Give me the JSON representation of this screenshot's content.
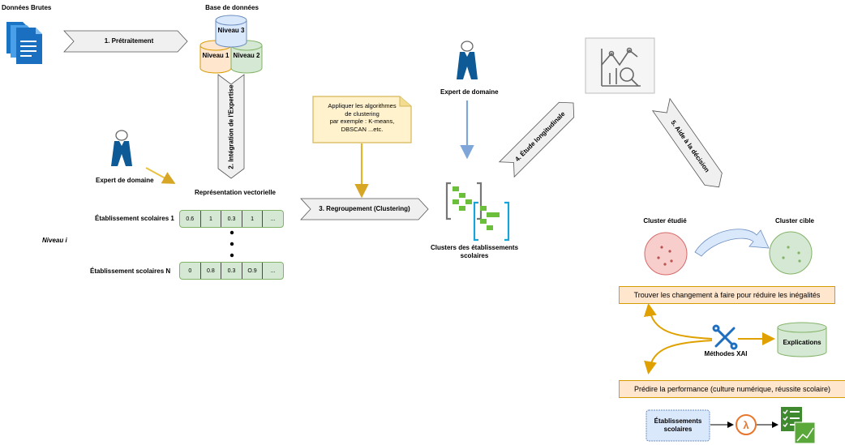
{
  "raw_data": {
    "label": "Données Brutes"
  },
  "database": {
    "title": "Base de données",
    "level3": "Niveau 3",
    "level1": "Niveau 1",
    "level2": "Niveau 2"
  },
  "arrows": {
    "preprocessing": "1. Prétraitement",
    "expertise": "2. Intégration de l'Expertise",
    "clustering": "3. Regroupement (Clustering)",
    "longitudinal": "4. Étude longitudinale",
    "decision": "5. Aide à la décision"
  },
  "expert_left": {
    "label": "Expert de domaine"
  },
  "expert_center": {
    "label": "Expert de domaine"
  },
  "vector": {
    "title": "Représentation vectorielle",
    "level_label": "Niveau i",
    "row1_label": "Établissement scolaires 1",
    "row1_cells": [
      "0.6",
      "1",
      "0.3",
      "1",
      "..."
    ],
    "rowN_label": "Établissement scolaires N",
    "rowN_cells": [
      "0",
      "0.8",
      "0.3",
      "O.9",
      "..."
    ]
  },
  "note": {
    "line1": "Appliquer les algorithmes",
    "line2": "de clustering",
    "line3": "par exemple : K-means,",
    "line4": "DBSCAN ...etc."
  },
  "clusters": {
    "line1": "Clusters des établissements",
    "line2": "scolaires"
  },
  "decision": {
    "studied_cluster": "Cluster étudié",
    "target_cluster": "Cluster cible",
    "find_changes": "Trouver les changement à faire pour réduire les inégalités",
    "xai_methods": "Méthodes XAI",
    "explanations": "Explications",
    "predict": "Prédire la performance (culture numérique, réussite scolaire)",
    "schools_line1": "Établissements",
    "schools_line2": "scolaires"
  },
  "colors": {
    "green_fill": "#d5e8d4",
    "green_stroke": "#82b366",
    "orange_fill": "#ffe6cc",
    "orange_stroke": "#d79b00",
    "blue": "#0e6bb1",
    "red_fill": "#f8cecc"
  }
}
